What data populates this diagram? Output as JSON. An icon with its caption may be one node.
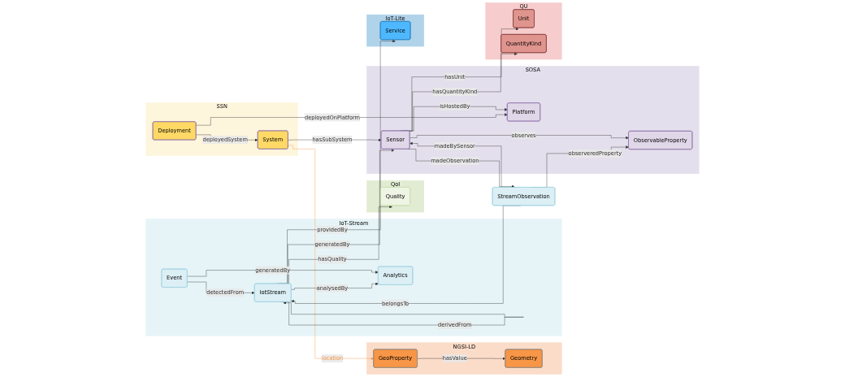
{
  "diagram": {
    "nodes": [
      {
        "text": [
          "NGSI-LD"
        ]
      },
      {
        "text": [
          "GeoProperty"
        ],
        "in": 0
      },
      {
        "text": [
          "Geometry"
        ],
        "in": 0
      },
      {
        "text": [
          "QoI"
        ]
      },
      {
        "text": [
          "Quality"
        ],
        "in": 3
      },
      {
        "text": [
          "IoT-Stream"
        ]
      },
      {
        "text": [
          "IotStream"
        ],
        "in": 5
      },
      {
        "text": [
          "Analytics"
        ],
        "in": 5
      },
      {
        "text": [
          "Event"
        ],
        "in": 5
      },
      {
        "text": [
          "StreamObservation"
        ]
      },
      {
        "text": [
          "SSN"
        ]
      },
      {
        "text": [
          "System"
        ],
        "in": 10
      },
      {
        "text": [
          "Deployment"
        ],
        "in": 10
      },
      {
        "text": [
          "SOSA"
        ]
      },
      {
        "text": [
          "ObservableProperty"
        ],
        "in": 13
      },
      {
        "text": [
          "Sensor"
        ],
        "in": 13
      },
      {
        "text": [
          "Platform"
        ],
        "in": 13
      },
      {
        "text": [
          "IoT-Lite"
        ]
      },
      {
        "text": [
          "Service"
        ],
        "in": 17
      },
      {
        "text": [
          "QU"
        ]
      },
      {
        "text": [
          "Unit"
        ],
        "in": 19
      },
      {
        "text": [
          "QuantityKind"
        ],
        "in": 19
      }
    ],
    "edges": [
      {
        "from": 1,
        "to": 2,
        "arrow": "to",
        "label": "hasValue"
      },
      {
        "from": 11,
        "to": 1,
        "arrow": "to",
        "label": "location",
        "color": "#f79646"
      },
      {
        "from": 6,
        "to": 4,
        "arrow": "to",
        "label": "hasQuality"
      },
      {
        "from": 6,
        "to": 6,
        "arrow": "to",
        "label": "derivedFrom"
      },
      {
        "from": 6,
        "to": 7,
        "arrow": "to",
        "label": "analysedBy"
      },
      {
        "from": 9,
        "to": 6,
        "arrow": "to",
        "label": "belongsTo"
      },
      {
        "from": 8,
        "to": 7,
        "arrow": "to",
        "label": "generatedBy"
      },
      {
        "from": 8,
        "to": 6,
        "arrow": "to",
        "label": "detectedFrom"
      },
      {
        "from": 9,
        "to": 14,
        "arrow": "to",
        "label": "observeredProperty"
      },
      {
        "from": 9,
        "to": 15,
        "arrow": "to",
        "label": "madeBySensor"
      },
      {
        "from": 15,
        "to": 9,
        "arrow": "to",
        "label": "madeObservation"
      },
      {
        "from": 6,
        "to": 15,
        "arrow": "to",
        "label": "generatedBy"
      },
      {
        "from": 15,
        "to": 14,
        "arrow": "to",
        "label": "observes"
      },
      {
        "from": 11,
        "to": 15,
        "arrow": "to",
        "label": "hasSubSystem"
      },
      {
        "from": 12,
        "to": 11,
        "arrow": "to",
        "label": "deployedSystem"
      },
      {
        "from": 12,
        "to": 16,
        "arrow": "to",
        "label": "deployedOnPlatform"
      },
      {
        "from": 15,
        "to": 16,
        "arrow": "to",
        "label": "isHostedBy"
      },
      {
        "from": 6,
        "to": 18,
        "arrow": "to",
        "label": "providedBy"
      },
      {
        "from": 15,
        "to": 20,
        "arrow": "to",
        "label": "hasUnit"
      },
      {
        "from": 15,
        "to": 21,
        "arrow": "to",
        "label": "hasQuantityKind"
      }
    ]
  }
}
